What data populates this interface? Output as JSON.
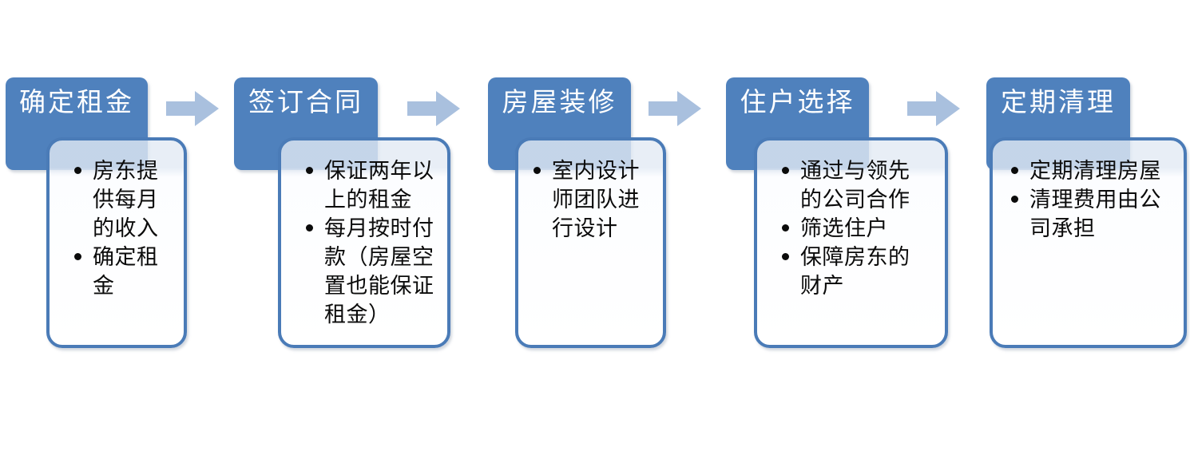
{
  "diagram": {
    "type": "process-flow",
    "accent_color": "#4f81bd",
    "border_color": "#4a7bb7",
    "arrow_color": "#a9c0de",
    "title_text_color": "#ffffff",
    "bullet_color": "#0b0b0b",
    "steps": [
      {
        "title": "确定租金",
        "bullets": [
          "房东提供每月的收入",
          "确定租金"
        ]
      },
      {
        "title": "签订合同",
        "bullets": [
          "保证两年以上的租金",
          "每月按时付款（房屋空置也能保证租金）"
        ]
      },
      {
        "title": "房屋装修",
        "bullets": [
          "室内设计师团队进行设计"
        ]
      },
      {
        "title": "住户选择",
        "bullets": [
          "通过与领先的公司合作",
          "筛选住户",
          "保障房东的财产"
        ]
      },
      {
        "title": "定期清理",
        "bullets": [
          "定期清理房屋",
          "清理费用由公司承担"
        ]
      }
    ]
  }
}
